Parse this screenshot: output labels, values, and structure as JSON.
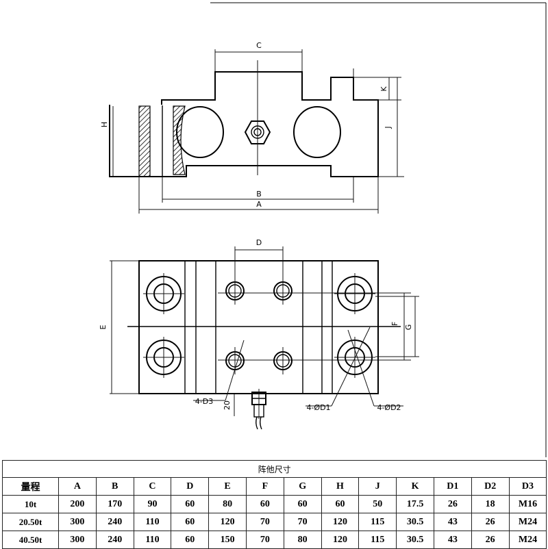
{
  "top_view": {
    "labels": {
      "c": "C",
      "k": "K",
      "h": "H",
      "j": "J",
      "b": "B",
      "a": "A"
    }
  },
  "bottom_view": {
    "labels": {
      "d": "D",
      "e": "E",
      "f": "F",
      "g": "G",
      "d3": "4-D3",
      "cable": "20",
      "d1": "4-ØD1",
      "d2": "4-ØD2"
    }
  },
  "table": {
    "caption": "阵他尺寸",
    "headers": [
      "量程",
      "A",
      "B",
      "C",
      "D",
      "E",
      "F",
      "G",
      "H",
      "J",
      "K",
      "D1",
      "D2",
      "D3"
    ],
    "rows": [
      [
        "10t",
        "200",
        "170",
        "90",
        "60",
        "80",
        "60",
        "60",
        "60",
        "50",
        "17.5",
        "26",
        "18",
        "M16"
      ],
      [
        "20.50t",
        "300",
        "240",
        "110",
        "60",
        "120",
        "70",
        "70",
        "120",
        "115",
        "30.5",
        "43",
        "26",
        "M24"
      ],
      [
        "40.50t",
        "300",
        "240",
        "110",
        "60",
        "150",
        "70",
        "80",
        "120",
        "115",
        "30.5",
        "43",
        "26",
        "M24"
      ]
    ]
  }
}
